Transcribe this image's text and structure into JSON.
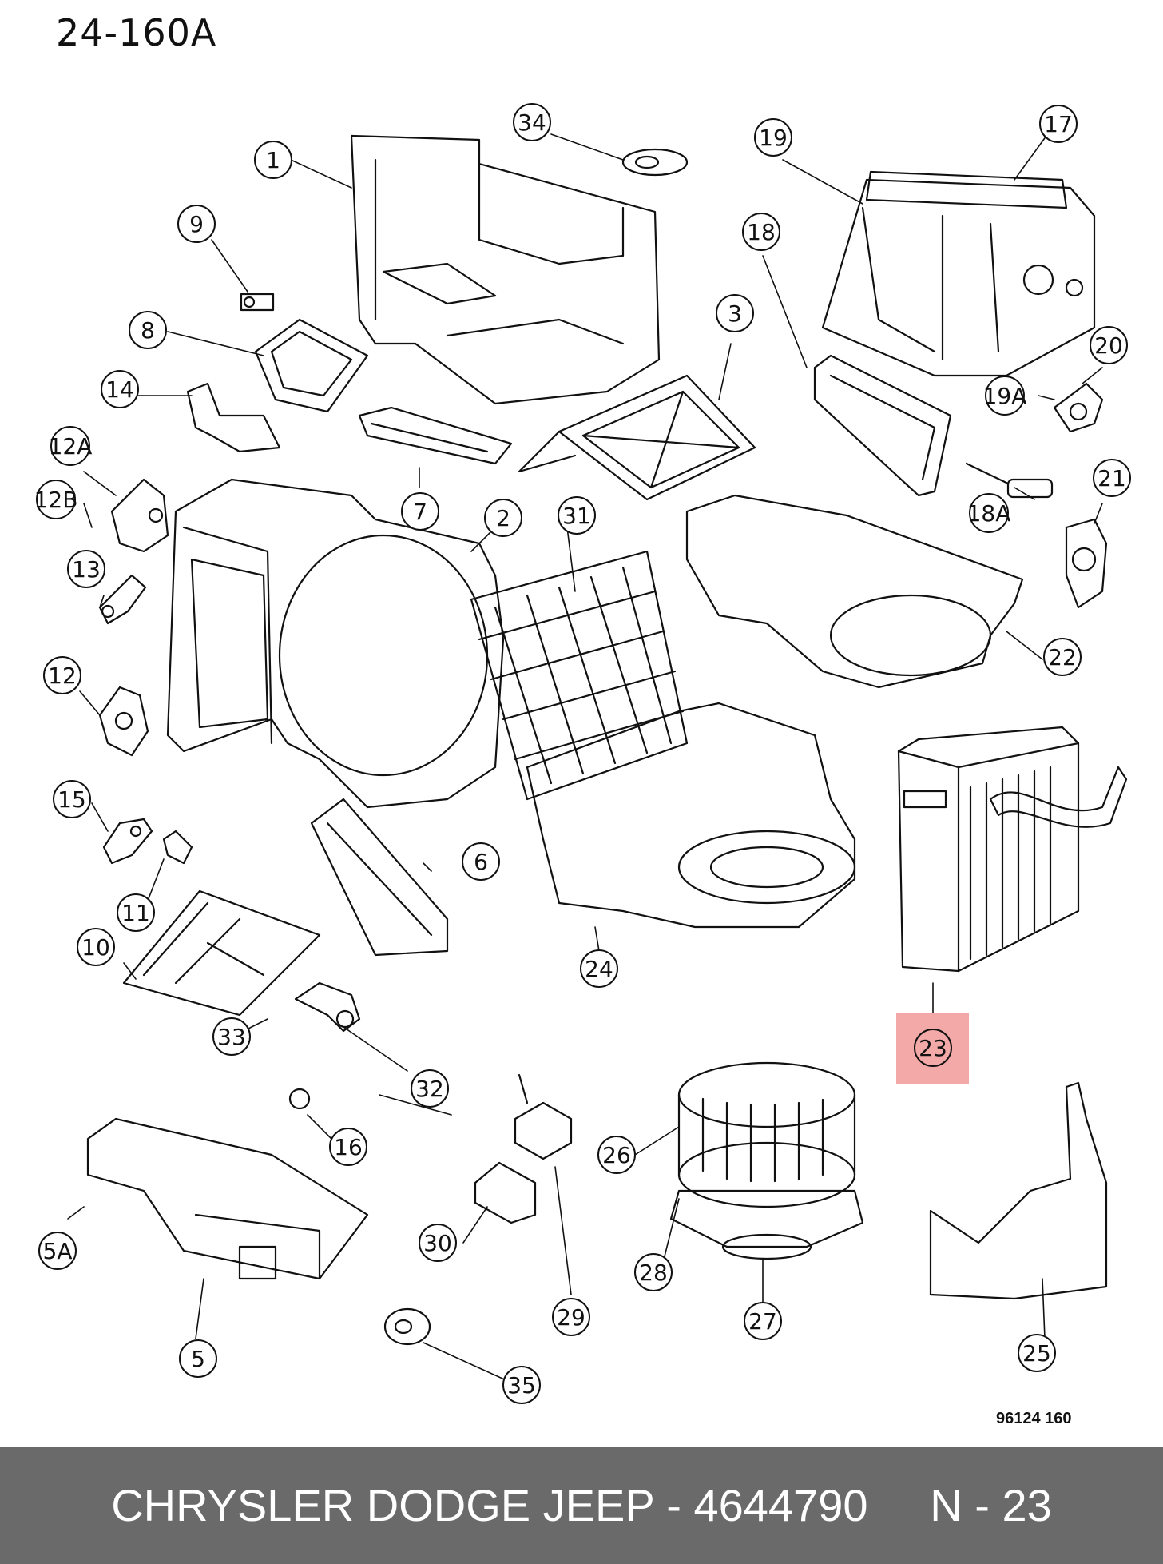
{
  "diagram": {
    "id": "24-160A",
    "drawing_code": "96124  160",
    "highlighted_part": "23",
    "highlight_color": "#f4a9a9",
    "callouts": [
      "1",
      "2",
      "3",
      "5",
      "5A",
      "6",
      "7",
      "8",
      "9",
      "10",
      "11",
      "12",
      "12A",
      "12B",
      "13",
      "14",
      "15",
      "16",
      "17",
      "18",
      "18A",
      "19",
      "19A",
      "20",
      "21",
      "22",
      "23",
      "24",
      "25",
      "26",
      "27",
      "28",
      "29",
      "30",
      "31",
      "32",
      "33",
      "34",
      "35"
    ]
  },
  "footer": {
    "text": "CHRYSLER DODGE JEEP - 4644790     N - 23",
    "background": "#6a6a6a",
    "text_color": "#ffffff"
  }
}
